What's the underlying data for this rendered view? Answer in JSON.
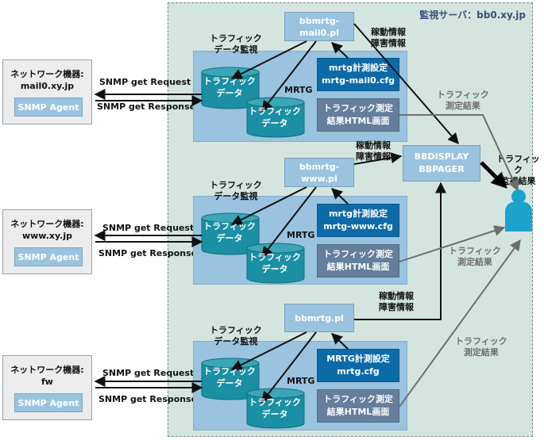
{
  "server": {
    "title": "監視サーバ：bb0.xy.jp"
  },
  "rows": [
    {
      "device_label": "ネットワーク機器:\nmail0.xy.jp",
      "agent": "SNMP Agent",
      "request": "SNMP get Request",
      "response": "SNMP get Response",
      "script": "bbmrtg-\nmail0.pl",
      "monitor_label": "トラフィック\nデータ監視",
      "mrtg_label": "MRTG",
      "cyl1": "トラフィック\nデータ",
      "cyl2": "トラフィック\nデータ",
      "cfg": "mrtg計測設定\nmrtg-mail0.cfg",
      "html": "トラフィック測定\n結果HTML画面",
      "status_label": "稼動情報\n障害情報",
      "result_label": "トラフィック\n測定結果"
    },
    {
      "device_label": "ネットワーク機器:\nwww.xy.jp",
      "agent": "SNMP Agent",
      "request": "SNMP get Request",
      "response": "SNMP get Response",
      "script": "bbmrtg-\nwww.pl",
      "monitor_label": "トラフィック\nデータ監視",
      "mrtg_label": "MRTG",
      "cyl1": "トラフィック\nデータ",
      "cyl2": "トラフィック\nデータ",
      "cfg": "mrtg計測設定\nmrtg-www.cfg",
      "html": "トラフィック測定\n結果HTML画面",
      "status_label": "稼動情報\n障害情報",
      "result_label": "トラフィック\n測定結果"
    },
    {
      "device_label": "ネットワーク機器:\nfw",
      "agent": "SNMP Agent",
      "request": "SNMP get Request",
      "response": "SNMP get Response",
      "script": "bbmrtg.pl",
      "monitor_label": "トラフィック\nデータ監視",
      "mrtg_label": "MRTG",
      "cyl1": "トラフィック\nデータ",
      "cyl2": "トラフィック\nデータ",
      "cfg": "MRTG計測設定\nmrtg.cfg",
      "html": "トラフィック測定\n結果HTML画面",
      "status_label": "稼動情報\n障害情報",
      "result_label": "トラフィック\n測定結果"
    }
  ],
  "bbdisplay": "BBDISPLAY\nBBPAGER",
  "user": {
    "label": "トラフィック\n監視結果",
    "icon": "user-icon"
  },
  "colors": {
    "server_bg": "#d4e5df",
    "group_bg": "#99c3de",
    "cfg_bg": "#0d6aa8",
    "html_bg": "#647e9c",
    "cylinder": "#1b8fa3",
    "user": "#1aa3cc"
  }
}
